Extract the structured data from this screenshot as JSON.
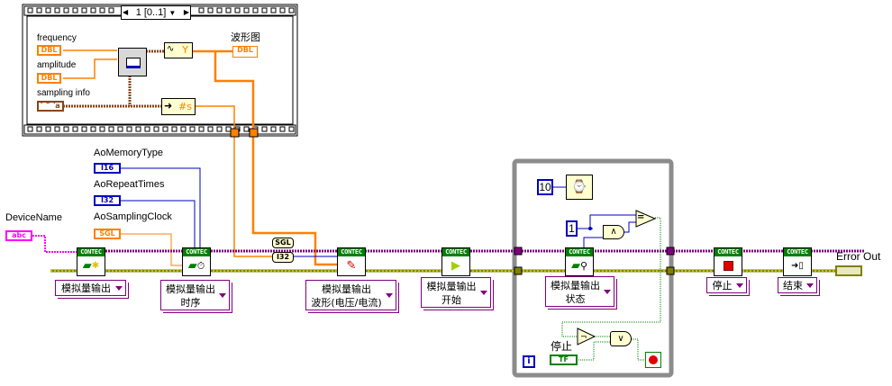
{
  "sequence": {
    "frame_selector": "1 [0..1]",
    "inputs": [
      {
        "label": "frequency",
        "type": "DBL"
      },
      {
        "label": "amplitude",
        "type": "DBL"
      },
      {
        "label": "sampling info",
        "type": "⌒⌒a"
      }
    ],
    "waveform_output": {
      "label": "波形图",
      "type": "DBL"
    },
    "build_waveform_label": "Y",
    "samples_label": "#s"
  },
  "controls": {
    "device_name": {
      "label": "DeviceName",
      "type": "abc"
    },
    "ao_memory_type": {
      "label": "AoMemoryType",
      "type": "I16"
    },
    "ao_repeat_times": {
      "label": "AoRepeatTimes",
      "type": "I32"
    },
    "ao_sampling_clock": {
      "label": "AoSamplingClock",
      "type": "SGL"
    }
  },
  "tunnel_labels": {
    "sgl": "SGL",
    "i32": "I32"
  },
  "vis": {
    "header": "CONTEC",
    "items": [
      {
        "name": "open",
        "selector": "模拟量输出",
        "selector_line2": ""
      },
      {
        "name": "timing",
        "selector": "模拟量输出",
        "selector_line2": "时序"
      },
      {
        "name": "write-waveform",
        "selector": "模拟量输出",
        "selector_line2": "波形(电压/电流)"
      },
      {
        "name": "start",
        "selector": "模拟量输出",
        "selector_line2": "开始"
      },
      {
        "name": "status",
        "selector": "模拟量输出",
        "selector_line2": "状态"
      },
      {
        "name": "stop",
        "selector": "停止",
        "selector_line2": ""
      },
      {
        "name": "close",
        "selector": "结束",
        "selector_line2": ""
      }
    ]
  },
  "while_loop": {
    "wait_ms": "10",
    "compare_const": "1",
    "and_label": "∧",
    "equal_label": "=",
    "not_label": "¬",
    "or_label": "∨",
    "stop_label": "停止",
    "stop_type": "TF",
    "iteration_label": "i"
  },
  "error_out": {
    "label": "Error Out"
  },
  "colors": {
    "numeric_float": "#ff8000",
    "numeric_int": "#0000c0",
    "string": "#ff00ff",
    "refnum": "#800080",
    "error_cluster": "#808000",
    "boolean": "#008000",
    "contec_header": "#008000"
  }
}
